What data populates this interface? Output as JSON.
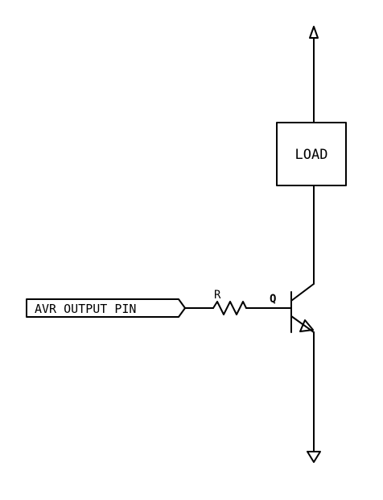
{
  "diagram": {
    "type": "circuit-schematic",
    "input_port": {
      "label": "AVR OUTPUT PIN"
    },
    "resistor": {
      "label": "R"
    },
    "transistor": {
      "label": "Q",
      "kind": "NPN"
    },
    "load": {
      "label": "LOAD"
    },
    "supply_symbol": "up-arrow-icon",
    "ground_symbol": "down-arrow-icon"
  }
}
